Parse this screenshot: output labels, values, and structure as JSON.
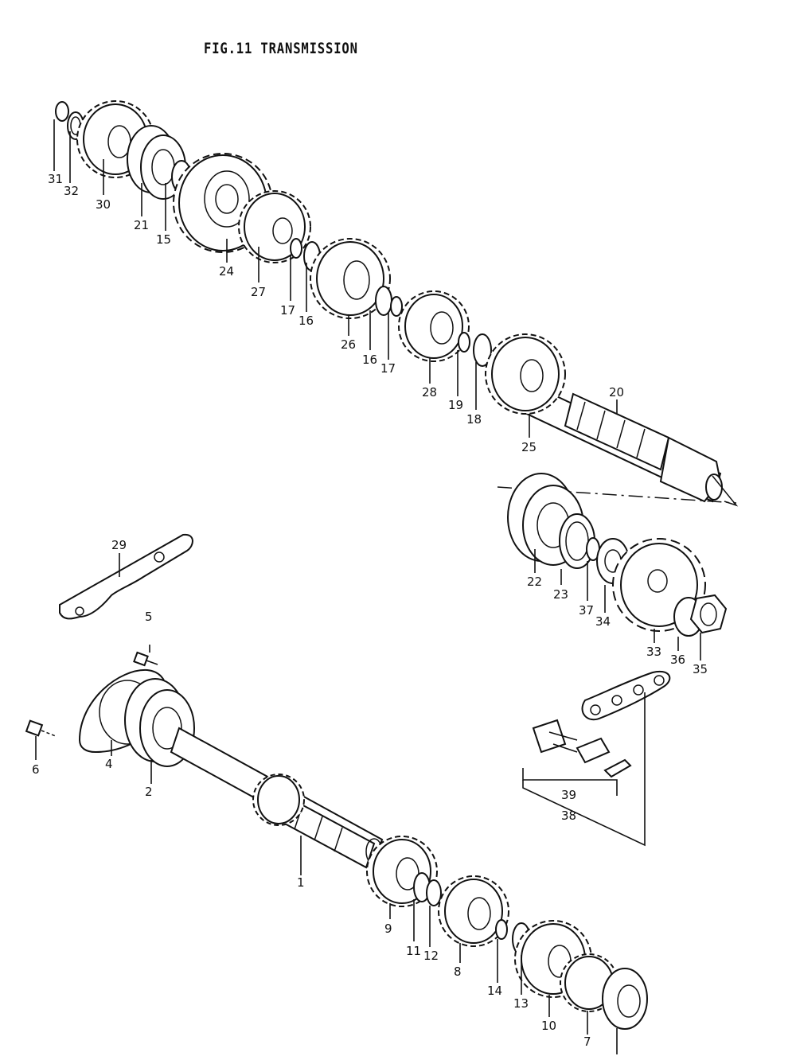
{
  "diagram": {
    "title": "FIG.11  TRANSMISSION",
    "callouts": {
      "c1": "1",
      "c2": "2",
      "c4": "4",
      "c5": "5",
      "c6": "6",
      "c7": "7",
      "c8": "8",
      "c9": "9",
      "c10": "10",
      "c11": "11",
      "c12": "12",
      "c13": "13",
      "c14": "14",
      "c15": "15",
      "c16a": "16",
      "c16b": "16",
      "c17a": "17",
      "c17b": "17",
      "c18": "18",
      "c19": "19",
      "c20": "20",
      "c21": "21",
      "c22": "22",
      "c23": "23",
      "c24": "24",
      "c25": "25",
      "c26": "26",
      "c27": "27",
      "c28": "28",
      "c29": "29",
      "c30": "30",
      "c31": "31",
      "c32": "32",
      "c33": "33",
      "c34": "34",
      "c35": "35",
      "c36": "36",
      "c37": "37",
      "c38": "38",
      "c39": "39"
    }
  }
}
